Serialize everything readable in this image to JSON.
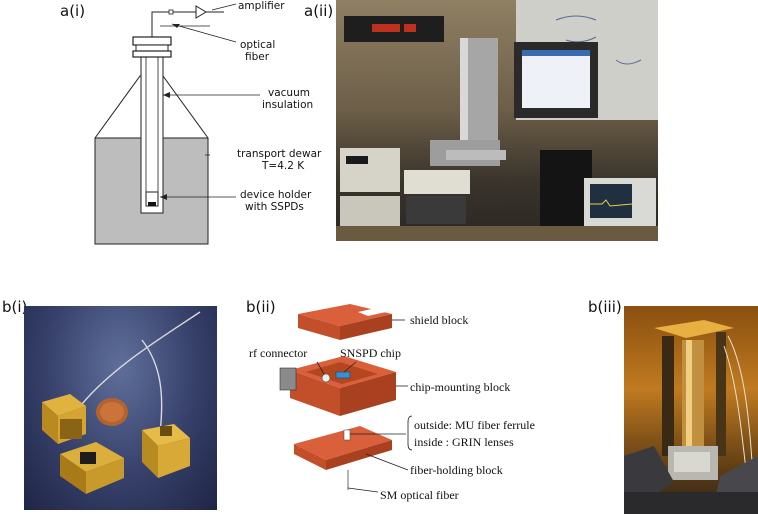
{
  "panels": {
    "a1": {
      "label": "a(i)",
      "annotations": {
        "amplifier": "amplifier",
        "optical_fiber_1": "optical",
        "optical_fiber_2": "fiber",
        "vacuum_1": "vacuum",
        "vacuum_2": "insulation",
        "dewar_1": "transport dewar",
        "dewar_2": "T=4.2  K",
        "holder_1": "device holder",
        "holder_2": "with SSPDs"
      }
    },
    "a2": {
      "label": "a(ii)"
    },
    "b1": {
      "label": "b(i)"
    },
    "b2": {
      "label": "b(ii)",
      "annotations": {
        "shield": "shield block",
        "rf": "rf connector",
        "chip": "SNSPD chip",
        "mount": "chip-mounting block",
        "outside": "outside: MU fiber ferrule",
        "inside": "inside : GRIN lenses",
        "fiber_block": "fiber-holding block",
        "sm_fiber": "SM optical fiber"
      }
    },
    "b3": {
      "label": "b(iii)"
    }
  }
}
